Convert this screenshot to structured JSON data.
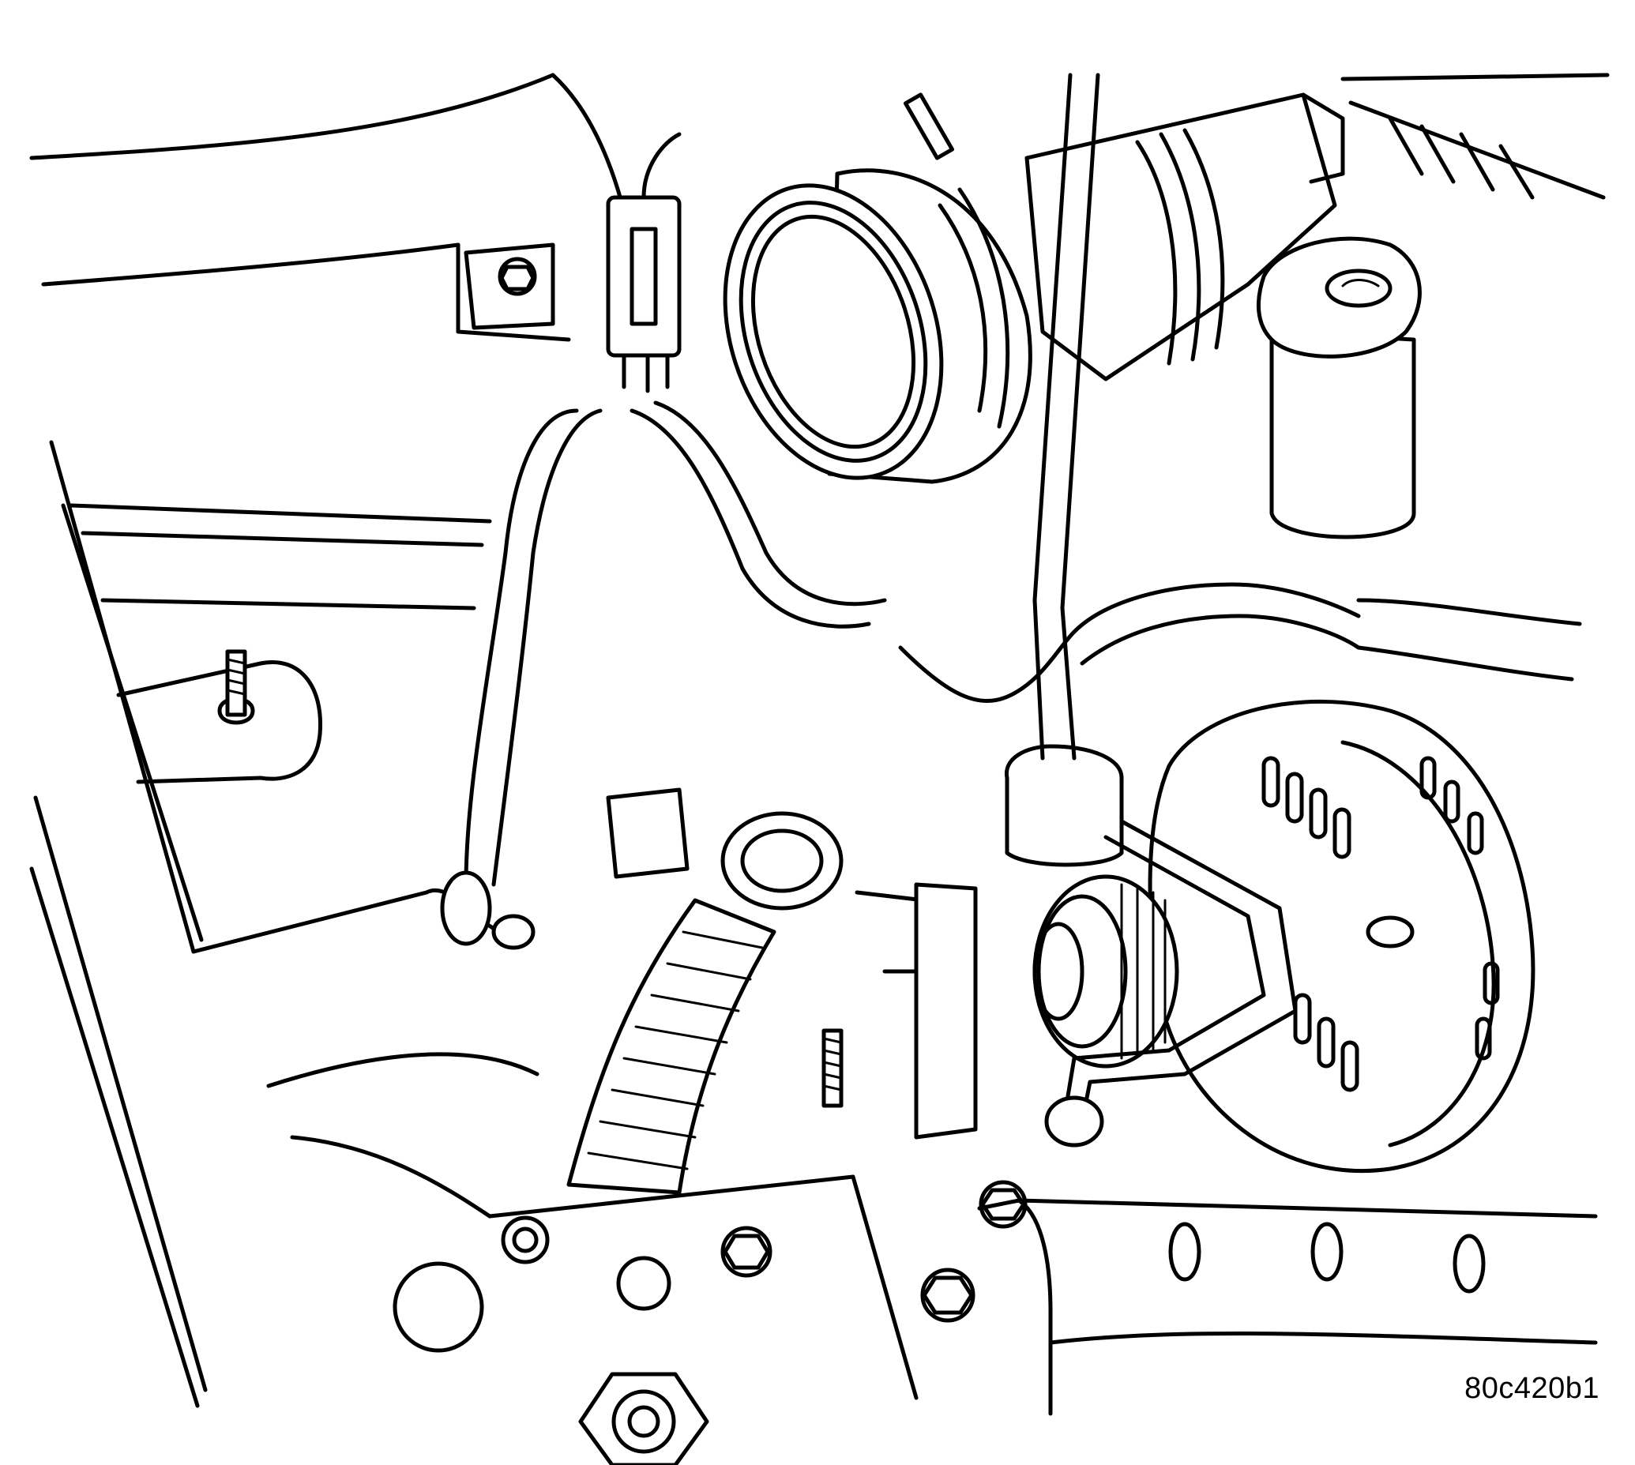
{
  "figure": {
    "id_label": "80c420b1",
    "line_color": "#000000",
    "background_color": "#ffffff",
    "parts": [
      "fender-panel",
      "mounting-stud",
      "wiring-connector",
      "air-intake-boot",
      "air-intake-tube",
      "oil-filler-cap",
      "dipstick-tube",
      "wiring-harness",
      "corrugated-conduit",
      "generator",
      "generator-pulley",
      "mounting-bracket",
      "hex-bolt",
      "frame-rail"
    ]
  }
}
